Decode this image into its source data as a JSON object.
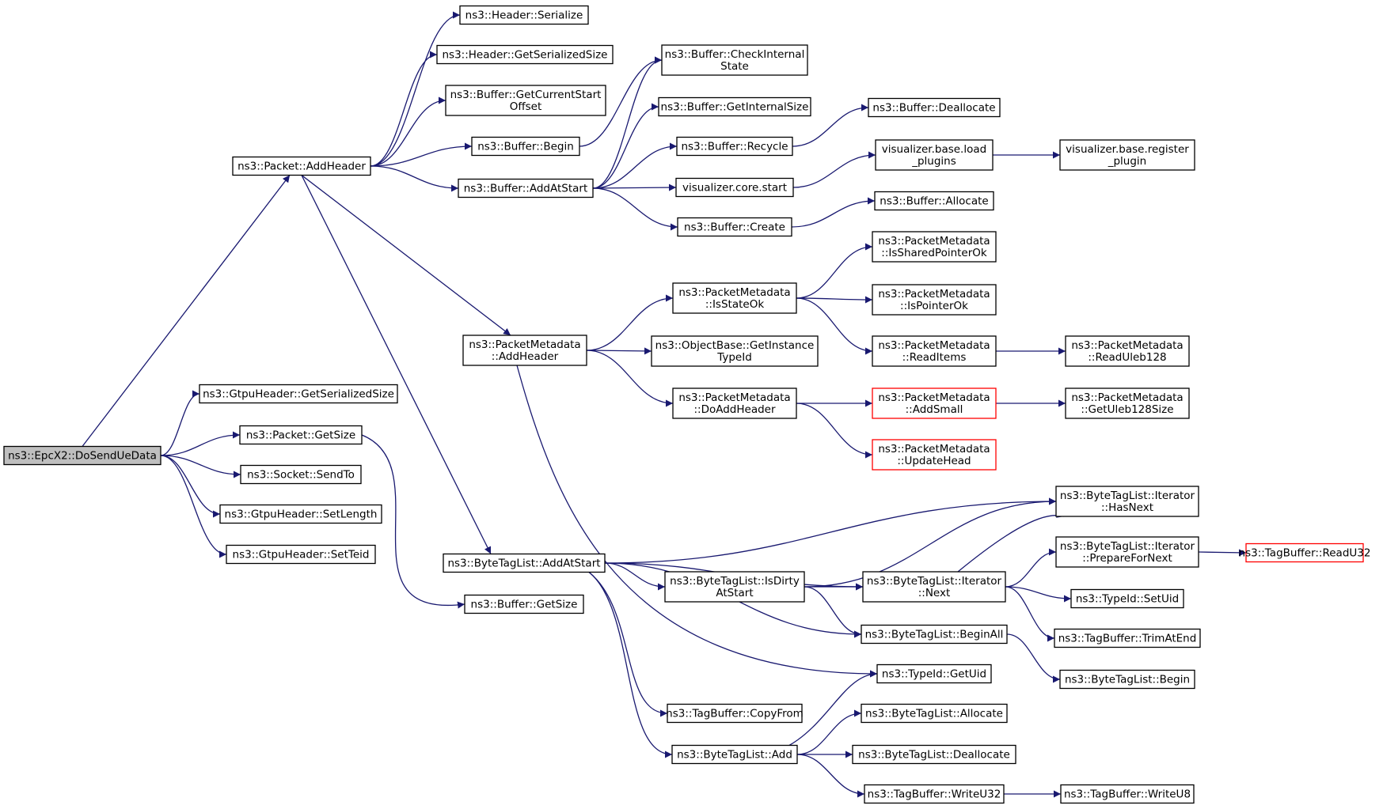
{
  "colors": {
    "edge": "#191970",
    "root_fill": "#bfbfbf",
    "highlight_border": "#ff0000"
  },
  "nodes": [
    {
      "id": "n0",
      "lines": [
        "ns3::EpcX2::DoSendUeData"
      ],
      "style": "root"
    },
    {
      "id": "n1",
      "lines": [
        "ns3::Packet::AddHeader"
      ]
    },
    {
      "id": "n2",
      "lines": [
        "ns3::GtpuHeader::GetSerializedSize"
      ]
    },
    {
      "id": "n3",
      "lines": [
        "ns3::Packet::GetSize"
      ]
    },
    {
      "id": "n4",
      "lines": [
        "ns3::Socket::SendTo"
      ]
    },
    {
      "id": "n5",
      "lines": [
        "ns3::GtpuHeader::SetLength"
      ]
    },
    {
      "id": "n6",
      "lines": [
        "ns3::GtpuHeader::SetTeid"
      ]
    },
    {
      "id": "n7",
      "lines": [
        "ns3::Header::Serialize"
      ]
    },
    {
      "id": "n8",
      "lines": [
        "ns3::Header::GetSerializedSize"
      ]
    },
    {
      "id": "n9",
      "lines": [
        "ns3::Buffer::GetCurrentStart",
        "Offset"
      ]
    },
    {
      "id": "n10",
      "lines": [
        "ns3::Buffer::Begin"
      ]
    },
    {
      "id": "n11",
      "lines": [
        "ns3::Buffer::AddAtStart"
      ]
    },
    {
      "id": "n12",
      "lines": [
        "ns3::PacketMetadata",
        "::AddHeader"
      ]
    },
    {
      "id": "n13",
      "lines": [
        "ns3::ByteTagList::AddAtStart"
      ]
    },
    {
      "id": "n14",
      "lines": [
        "ns3::Buffer::GetSize"
      ]
    },
    {
      "id": "n15",
      "lines": [
        "ns3::Buffer::CheckInternal",
        "State"
      ]
    },
    {
      "id": "n16",
      "lines": [
        "ns3::Buffer::GetInternalSize"
      ]
    },
    {
      "id": "n17",
      "lines": [
        "ns3::Buffer::Recycle"
      ]
    },
    {
      "id": "n18",
      "lines": [
        "visualizer.core.start"
      ]
    },
    {
      "id": "n19",
      "lines": [
        "ns3::Buffer::Create"
      ]
    },
    {
      "id": "n20",
      "lines": [
        "ns3::Buffer::Deallocate"
      ]
    },
    {
      "id": "n21",
      "lines": [
        "visualizer.base.load",
        "_plugins"
      ]
    },
    {
      "id": "n22",
      "lines": [
        "visualizer.base.register",
        "_plugin"
      ]
    },
    {
      "id": "n23",
      "lines": [
        "ns3::Buffer::Allocate"
      ]
    },
    {
      "id": "n24",
      "lines": [
        "ns3::PacketMetadata",
        "::IsStateOk"
      ]
    },
    {
      "id": "n25",
      "lines": [
        "ns3::ObjectBase::GetInstance",
        "TypeId"
      ]
    },
    {
      "id": "n26",
      "lines": [
        "ns3::PacketMetadata",
        "::DoAddHeader"
      ]
    },
    {
      "id": "n27",
      "lines": [
        "ns3::PacketMetadata",
        "::IsSharedPointerOk"
      ]
    },
    {
      "id": "n28",
      "lines": [
        "ns3::PacketMetadata",
        "::IsPointerOk"
      ]
    },
    {
      "id": "n29",
      "lines": [
        "ns3::PacketMetadata",
        "::ReadItems"
      ]
    },
    {
      "id": "n30",
      "lines": [
        "ns3::PacketMetadata",
        "::ReadUleb128"
      ]
    },
    {
      "id": "n31",
      "lines": [
        "ns3::PacketMetadata",
        "::AddSmall"
      ],
      "style": "red"
    },
    {
      "id": "n32",
      "lines": [
        "ns3::PacketMetadata",
        "::GetUleb128Size"
      ]
    },
    {
      "id": "n33",
      "lines": [
        "ns3::PacketMetadata",
        "::UpdateHead"
      ],
      "style": "red"
    },
    {
      "id": "n34",
      "lines": [
        "ns3::ByteTagList::Iterator",
        "::HasNext"
      ]
    },
    {
      "id": "n35",
      "lines": [
        "ns3::ByteTagList::Iterator",
        "::PrepareForNext"
      ]
    },
    {
      "id": "n36",
      "lines": [
        "ns3::TagBuffer::ReadU32"
      ],
      "style": "red"
    },
    {
      "id": "n37",
      "lines": [
        "ns3::ByteTagList::IsDirty",
        "AtStart"
      ]
    },
    {
      "id": "n38",
      "lines": [
        "ns3::ByteTagList::Iterator",
        "::Next"
      ]
    },
    {
      "id": "n39",
      "lines": [
        "ns3::TypeId::SetUid"
      ]
    },
    {
      "id": "n40",
      "lines": [
        "ns3::TagBuffer::TrimAtEnd"
      ]
    },
    {
      "id": "n41",
      "lines": [
        "ns3::ByteTagList::BeginAll"
      ]
    },
    {
      "id": "n42",
      "lines": [
        "ns3::ByteTagList::Begin"
      ]
    },
    {
      "id": "n43",
      "lines": [
        "ns3::TypeId::GetUid"
      ]
    },
    {
      "id": "n44",
      "lines": [
        "ns3::TagBuffer::CopyFrom"
      ]
    },
    {
      "id": "n45",
      "lines": [
        "ns3::ByteTagList::Allocate"
      ]
    },
    {
      "id": "n46",
      "lines": [
        "ns3::ByteTagList::Add"
      ]
    },
    {
      "id": "n47",
      "lines": [
        "ns3::ByteTagList::Deallocate"
      ]
    },
    {
      "id": "n48",
      "lines": [
        "ns3::TagBuffer::WriteU32"
      ]
    },
    {
      "id": "n49",
      "lines": [
        "ns3::TagBuffer::WriteU8"
      ]
    }
  ],
  "edges": [
    [
      "n0",
      "n1"
    ],
    [
      "n0",
      "n2"
    ],
    [
      "n0",
      "n3"
    ],
    [
      "n0",
      "n4"
    ],
    [
      "n0",
      "n5"
    ],
    [
      "n0",
      "n6"
    ],
    [
      "n1",
      "n7"
    ],
    [
      "n1",
      "n8"
    ],
    [
      "n1",
      "n9"
    ],
    [
      "n1",
      "n10"
    ],
    [
      "n1",
      "n11"
    ],
    [
      "n1",
      "n12"
    ],
    [
      "n1",
      "n13"
    ],
    [
      "n3",
      "n14"
    ],
    [
      "n10",
      "n15"
    ],
    [
      "n11",
      "n15"
    ],
    [
      "n11",
      "n16"
    ],
    [
      "n11",
      "n17"
    ],
    [
      "n11",
      "n18"
    ],
    [
      "n11",
      "n19"
    ],
    [
      "n17",
      "n20"
    ],
    [
      "n18",
      "n21"
    ],
    [
      "n21",
      "n22"
    ],
    [
      "n19",
      "n23"
    ],
    [
      "n12",
      "n24"
    ],
    [
      "n12",
      "n25"
    ],
    [
      "n12",
      "n26"
    ],
    [
      "n12",
      "n43"
    ],
    [
      "n24",
      "n27"
    ],
    [
      "n24",
      "n28"
    ],
    [
      "n24",
      "n29"
    ],
    [
      "n29",
      "n30"
    ],
    [
      "n26",
      "n31"
    ],
    [
      "n26",
      "n33"
    ],
    [
      "n31",
      "n32"
    ],
    [
      "n13",
      "n34"
    ],
    [
      "n13",
      "n37"
    ],
    [
      "n13",
      "n38"
    ],
    [
      "n13",
      "n41"
    ],
    [
      "n13",
      "n44"
    ],
    [
      "n13",
      "n46"
    ],
    [
      "n37",
      "n34"
    ],
    [
      "n37",
      "n38"
    ],
    [
      "n37",
      "n41"
    ],
    [
      "n38",
      "n34"
    ],
    [
      "n38",
      "n35"
    ],
    [
      "n38",
      "n39"
    ],
    [
      "n38",
      "n40"
    ],
    [
      "n35",
      "n36"
    ],
    [
      "n41",
      "n42"
    ],
    [
      "n46",
      "n43"
    ],
    [
      "n46",
      "n45"
    ],
    [
      "n46",
      "n47"
    ],
    [
      "n46",
      "n48"
    ],
    [
      "n48",
      "n49"
    ]
  ]
}
